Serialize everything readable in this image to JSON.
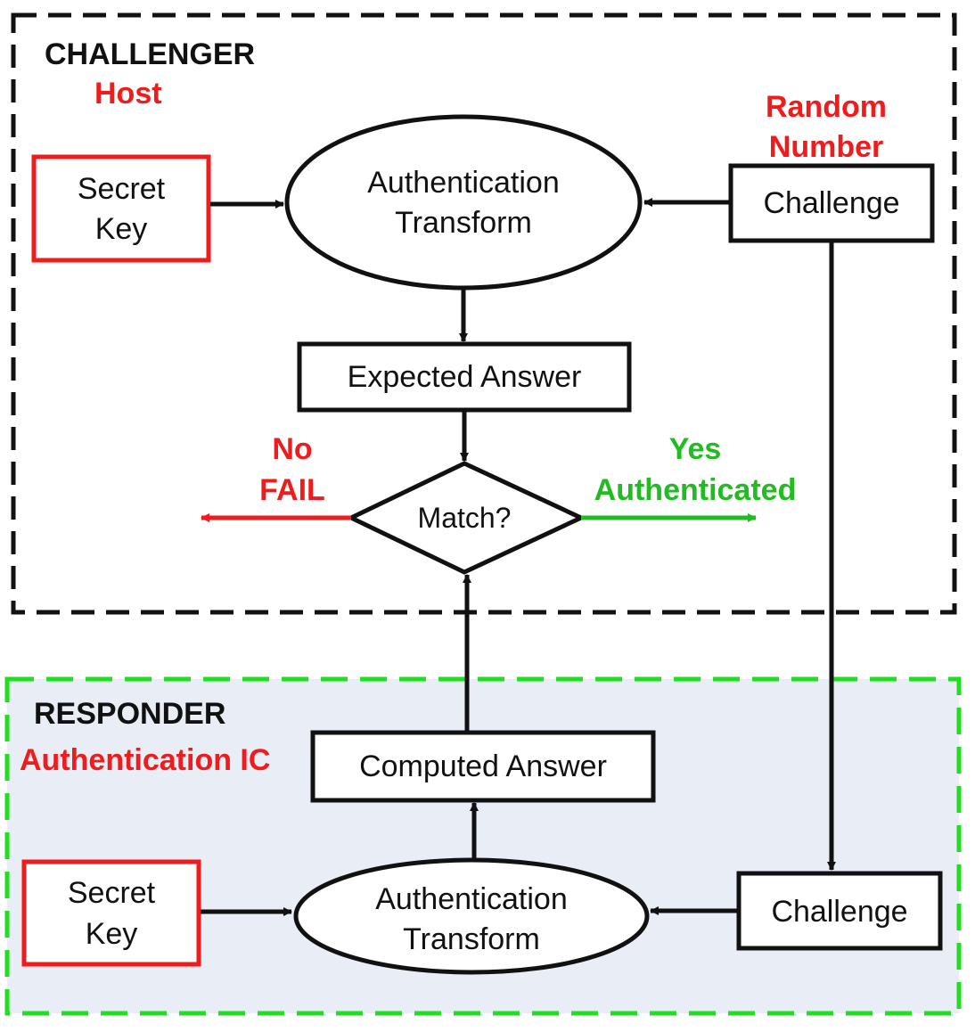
{
  "challenger": {
    "title": "CHALLENGER",
    "subtitle": "Host",
    "random_label_line1": "Random",
    "random_label_line2": "Number",
    "secret_key_line1": "Secret",
    "secret_key_line2": "Key",
    "transform_line1": "Authentication",
    "transform_line2": "Transform",
    "challenge": "Challenge",
    "expected_answer": "Expected Answer",
    "match": "Match?",
    "no_label": "No",
    "fail_label": "FAIL",
    "yes_label": "Yes",
    "authenticated_label": "Authenticated"
  },
  "responder": {
    "title": "RESPONDER",
    "subtitle": "Authentication IC",
    "computed_answer": "Computed Answer",
    "secret_key_line1": "Secret",
    "secret_key_line2": "Key",
    "transform_line1": "Authentication",
    "transform_line2": "Transform",
    "challenge": "Challenge"
  },
  "colors": {
    "red": "#ee1c1c",
    "green": "#22bb22",
    "responder_bg": "#e8edf6",
    "stroke": "#111111"
  }
}
